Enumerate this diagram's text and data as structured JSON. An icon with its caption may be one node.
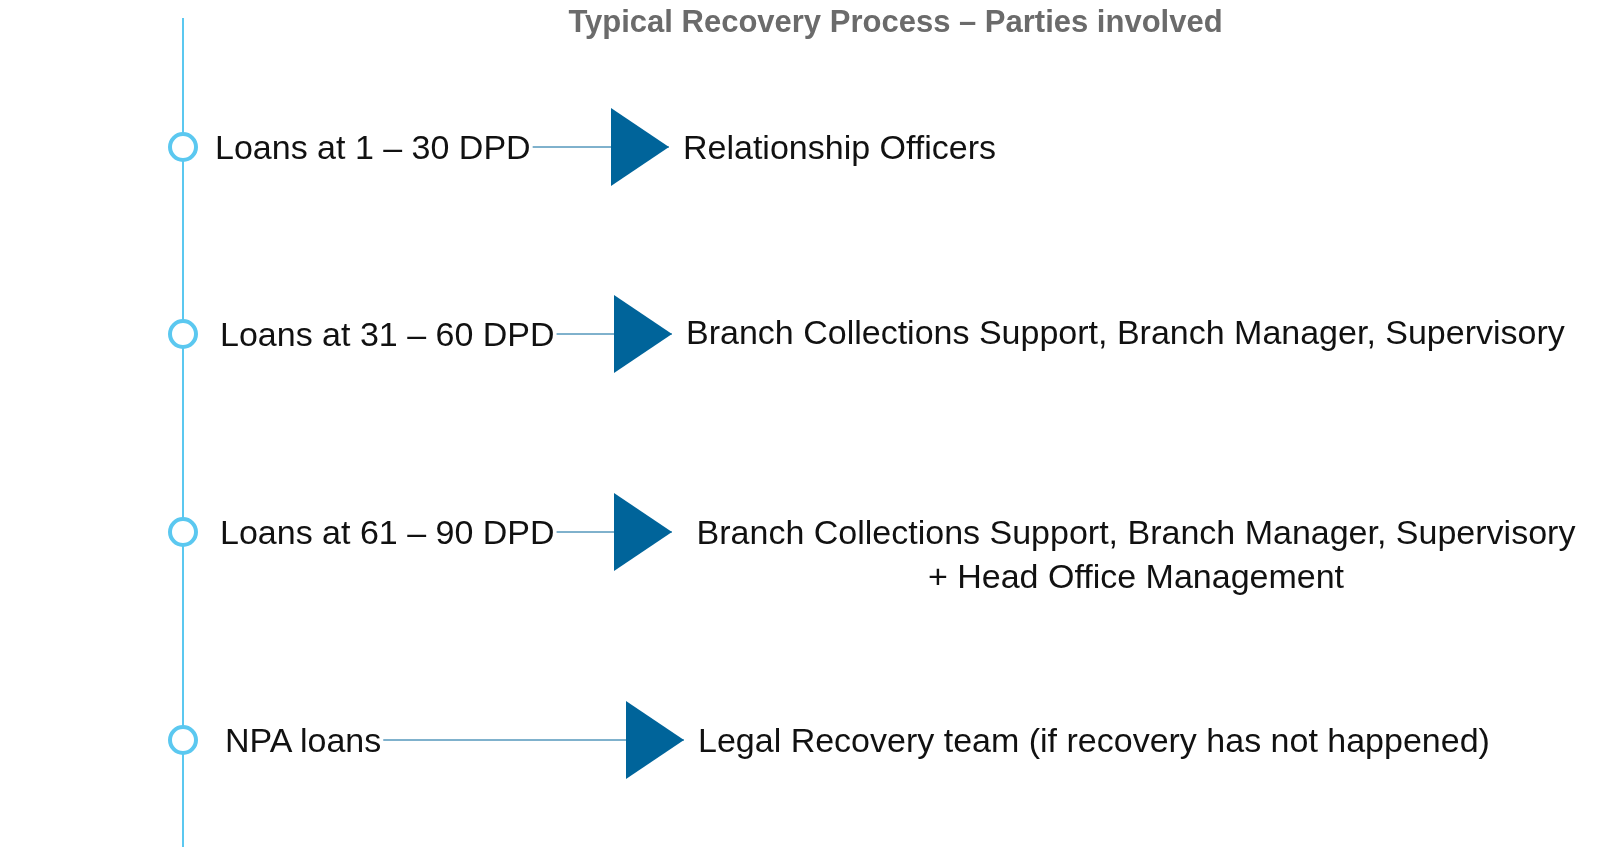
{
  "diagram": {
    "title": "Typical Recovery Process – Parties involved",
    "nodes": [
      {
        "text": [
          "Loans at 1 – 30 DPD"
        ]
      },
      {
        "text": [
          "Relationship Officers"
        ]
      },
      {
        "text": [
          "Loans at 31 – 60 DPD"
        ]
      },
      {
        "text": [
          "Branch Collections Support, Branch Manager, Supervisory"
        ]
      },
      {
        "text": [
          "Loans at 61 – 90 DPD"
        ]
      },
      {
        "text": [
          "Branch Collections Support, Branch Manager, Supervisory + Head Office Management"
        ]
      },
      {
        "text": [
          "NPA loans"
        ]
      },
      {
        "text": [
          "Legal Recovery team (if recovery has not happened)"
        ]
      }
    ],
    "edges": [
      {
        "from": 0,
        "to": 1,
        "arrow": "to"
      },
      {
        "from": 2,
        "to": 3,
        "arrow": "to"
      },
      {
        "from": 4,
        "to": 5,
        "arrow": "to"
      },
      {
        "from": 6,
        "to": 7,
        "arrow": "to"
      }
    ]
  }
}
